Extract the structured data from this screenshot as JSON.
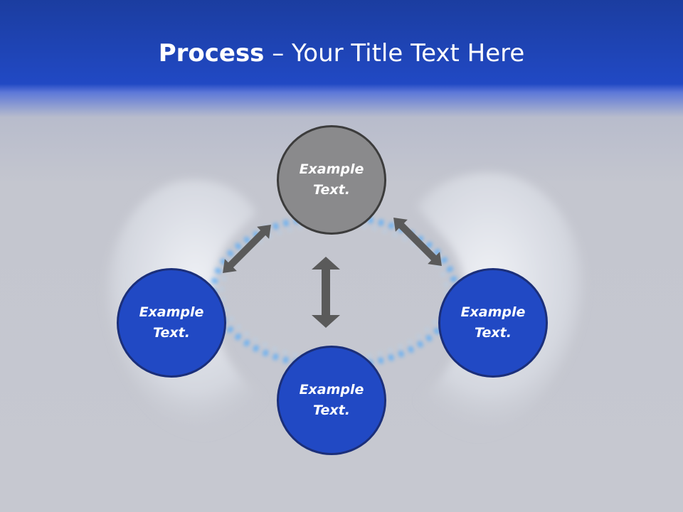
{
  "slide": {
    "title_bold": "Process",
    "title_rest": " – Your Title Text Here"
  },
  "nodes": {
    "top": "Example Text.",
    "left": "Example Text.",
    "right": "Example Text.",
    "bottom": "Example Text."
  },
  "colors": {
    "accent_blue": "#2149c4",
    "header_blue": "#1b3da0",
    "neutral_gray": "#8a8a8c",
    "arrow_gray": "#5a5a5a",
    "flame_blue": "#4aa8ff"
  }
}
